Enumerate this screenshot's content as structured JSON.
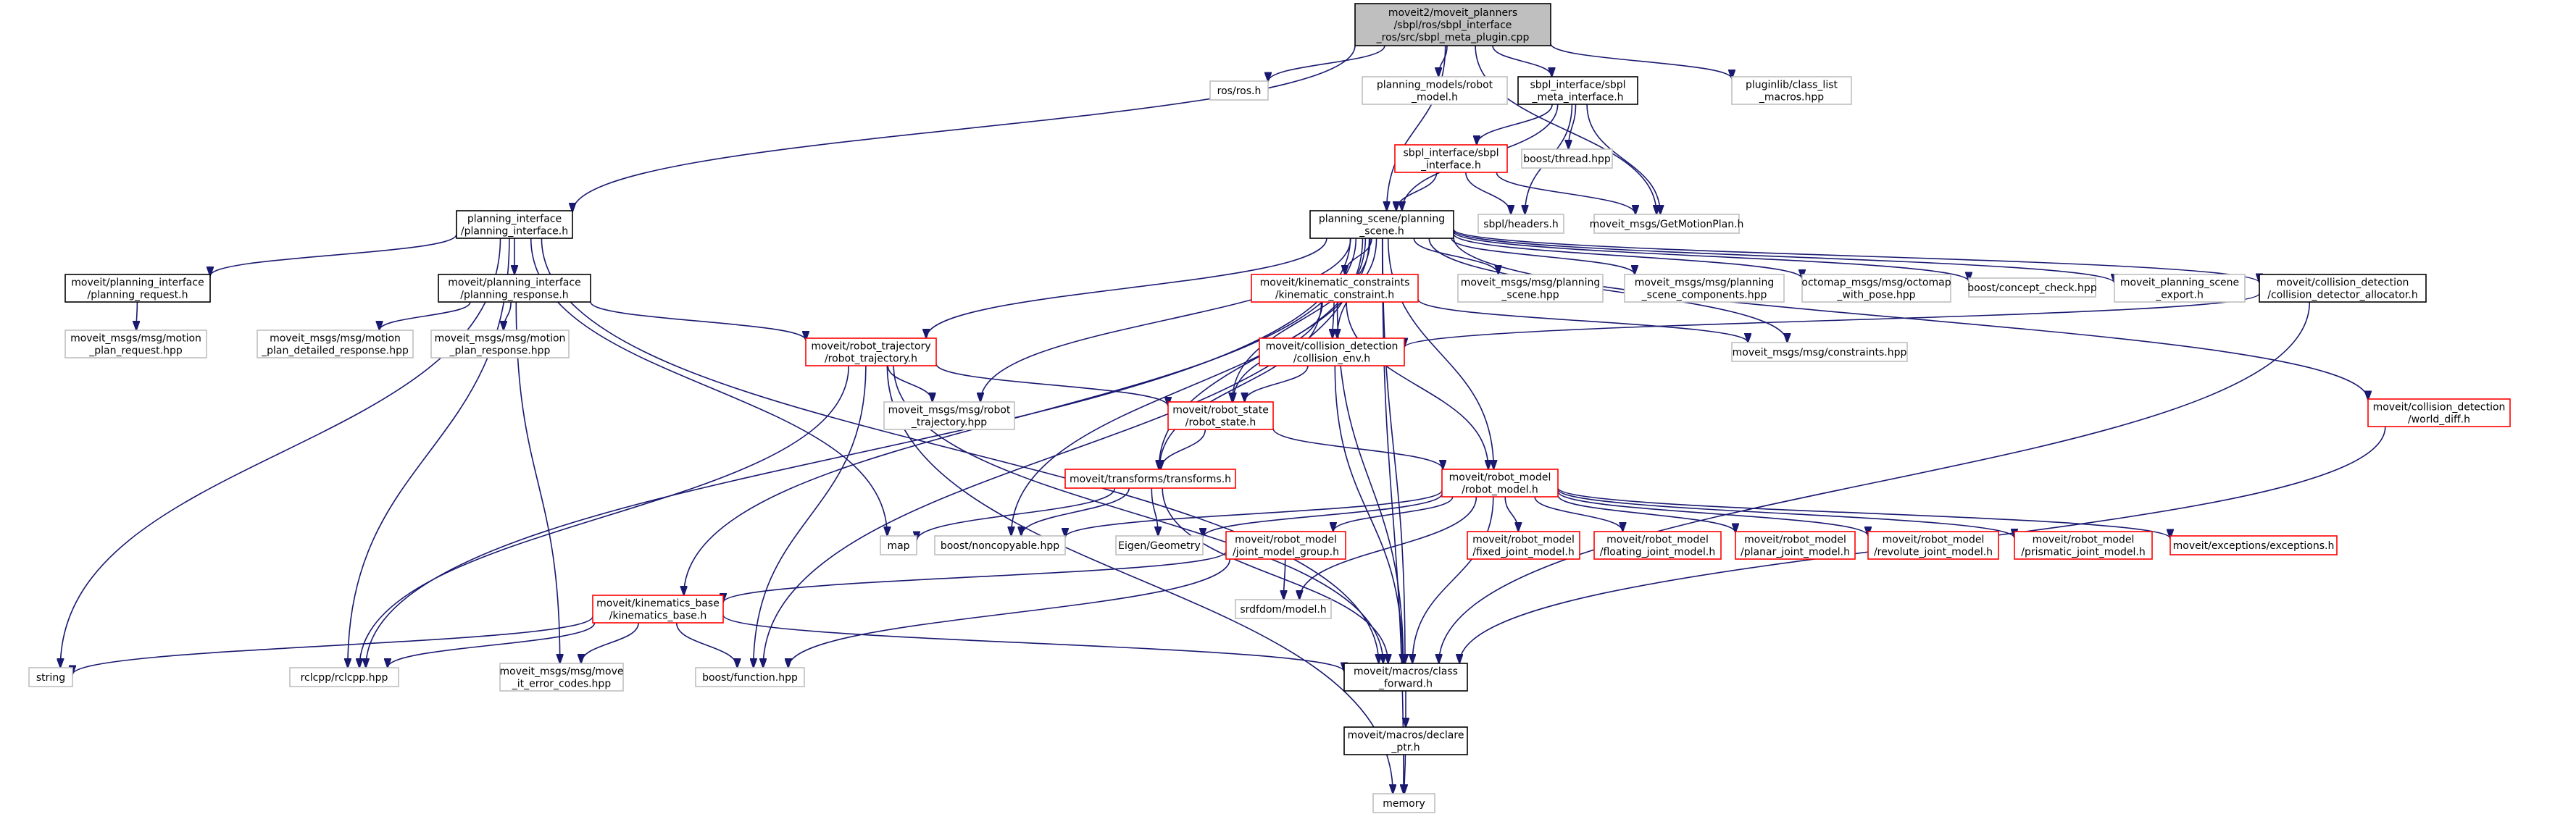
{
  "colors": {
    "edge": "#191970",
    "root_fill": "#bfbfbf",
    "root_border": "#000000",
    "normal_border": "#000000",
    "truncated_border": "#ff0000",
    "external_border": "#bfbfbf",
    "text": "#000000"
  },
  "nodes": [
    {
      "id": "root",
      "style": "root",
      "lines": [
        "moveit2/moveit_planners",
        "/sbpl/ros/sbpl_interface",
        "_ros/src/sbpl_meta_plugin.cpp"
      ]
    },
    {
      "id": "ros_h",
      "style": "external",
      "lines": [
        "ros/ros.h"
      ]
    },
    {
      "id": "planning_models_robot",
      "style": "external",
      "lines": [
        "planning_models/robot",
        "_model.h"
      ]
    },
    {
      "id": "sbpl_meta_interface",
      "style": "normal",
      "lines": [
        "sbpl_interface/sbpl",
        "_meta_interface.h"
      ]
    },
    {
      "id": "pluginlib",
      "style": "external",
      "lines": [
        "pluginlib/class_list",
        "_macros.hpp"
      ]
    },
    {
      "id": "sbpl_interface",
      "style": "truncated",
      "lines": [
        "sbpl_interface/sbpl",
        "_interface.h"
      ]
    },
    {
      "id": "boost_thread",
      "style": "external",
      "lines": [
        "boost/thread.hpp"
      ]
    },
    {
      "id": "planning_interface",
      "style": "normal",
      "lines": [
        "planning_interface",
        "/planning_interface.h"
      ]
    },
    {
      "id": "planning_scene",
      "style": "normal",
      "lines": [
        "planning_scene/planning",
        "_scene.h"
      ]
    },
    {
      "id": "sbpl_headers",
      "style": "external",
      "lines": [
        "sbpl/headers.h"
      ]
    },
    {
      "id": "get_motion_plan",
      "style": "external",
      "lines": [
        "moveit_msgs/GetMotionPlan.h"
      ]
    },
    {
      "id": "planning_request",
      "style": "normal",
      "lines": [
        "moveit/planning_interface",
        "/planning_request.h"
      ]
    },
    {
      "id": "planning_response",
      "style": "normal",
      "lines": [
        "moveit/planning_interface",
        "/planning_response.h"
      ]
    },
    {
      "id": "kinematic_constraint",
      "style": "truncated",
      "lines": [
        "moveit/kinematic_constraints",
        "/kinematic_constraint.h"
      ]
    },
    {
      "id": "msg_planning_scene",
      "style": "external",
      "lines": [
        "moveit_msgs/msg/planning",
        "_scene.hpp"
      ]
    },
    {
      "id": "msg_psc",
      "style": "external",
      "lines": [
        "moveit_msgs/msg/planning",
        "_scene_components.hpp"
      ]
    },
    {
      "id": "octomap",
      "style": "external",
      "lines": [
        "octomap_msgs/msg/octomap",
        "_with_pose.hpp"
      ]
    },
    {
      "id": "concept_check",
      "style": "external",
      "lines": [
        "boost/concept_check.hpp"
      ]
    },
    {
      "id": "scene_export",
      "style": "external",
      "lines": [
        "moveit_planning_scene",
        "_export.h"
      ]
    },
    {
      "id": "cd_allocator",
      "style": "normal",
      "lines": [
        "moveit/collision_detection",
        "/collision_detector_allocator.h"
      ]
    },
    {
      "id": "motion_plan_request",
      "style": "external",
      "lines": [
        "moveit_msgs/msg/motion",
        "_plan_request.hpp"
      ]
    },
    {
      "id": "mpdr",
      "style": "external",
      "lines": [
        "moveit_msgs/msg/motion",
        "_plan_detailed_response.hpp"
      ]
    },
    {
      "id": "mpr",
      "style": "external",
      "lines": [
        "moveit_msgs/msg/motion",
        "_plan_response.hpp"
      ]
    },
    {
      "id": "robot_trajectory",
      "style": "truncated",
      "lines": [
        "moveit/robot_trajectory",
        "/robot_trajectory.h"
      ]
    },
    {
      "id": "collision_env",
      "style": "truncated",
      "lines": [
        "moveit/collision_detection",
        "/collision_env.h"
      ]
    },
    {
      "id": "constraints",
      "style": "external",
      "lines": [
        "moveit_msgs/msg/constraints.hpp"
      ]
    },
    {
      "id": "world_diff",
      "style": "truncated",
      "lines": [
        "moveit/collision_detection",
        "/world_diff.h"
      ]
    },
    {
      "id": "msg_robot_traj",
      "style": "external",
      "lines": [
        "moveit_msgs/msg/robot",
        "_trajectory.hpp"
      ]
    },
    {
      "id": "robot_state",
      "style": "truncated",
      "lines": [
        "moveit/robot_state",
        "/robot_state.h"
      ]
    },
    {
      "id": "transforms",
      "style": "truncated",
      "lines": [
        "moveit/transforms/transforms.h"
      ]
    },
    {
      "id": "robot_model",
      "style": "truncated",
      "lines": [
        "moveit/robot_model",
        "/robot_model.h"
      ]
    },
    {
      "id": "map",
      "style": "external",
      "lines": [
        "map"
      ]
    },
    {
      "id": "noncopyable",
      "style": "external",
      "lines": [
        "boost/noncopyable.hpp"
      ]
    },
    {
      "id": "eigen",
      "style": "external",
      "lines": [
        "Eigen/Geometry"
      ]
    },
    {
      "id": "joint_model_group",
      "style": "truncated",
      "lines": [
        "moveit/robot_model",
        "/joint_model_group.h"
      ]
    },
    {
      "id": "fixed_joint",
      "style": "truncated",
      "lines": [
        "moveit/robot_model",
        "/fixed_joint_model.h"
      ]
    },
    {
      "id": "floating_joint",
      "style": "truncated",
      "lines": [
        "moveit/robot_model",
        "/floating_joint_model.h"
      ]
    },
    {
      "id": "planar_joint",
      "style": "truncated",
      "lines": [
        "moveit/robot_model",
        "/planar_joint_model.h"
      ]
    },
    {
      "id": "revolute_joint",
      "style": "truncated",
      "lines": [
        "moveit/robot_model",
        "/revolute_joint_model.h"
      ]
    },
    {
      "id": "prismatic_joint",
      "style": "truncated",
      "lines": [
        "moveit/robot_model",
        "/prismatic_joint_model.h"
      ]
    },
    {
      "id": "exceptions",
      "style": "truncated",
      "lines": [
        "moveit/exceptions/exceptions.h"
      ]
    },
    {
      "id": "kinematics_base",
      "style": "truncated",
      "lines": [
        "moveit/kinematics_base",
        "/kinematics_base.h"
      ]
    },
    {
      "id": "srdfdom",
      "style": "external",
      "lines": [
        "srdfdom/model.h"
      ]
    },
    {
      "id": "string",
      "style": "external",
      "lines": [
        "string"
      ]
    },
    {
      "id": "rclcpp",
      "style": "external",
      "lines": [
        "rclcpp/rclcpp.hpp"
      ]
    },
    {
      "id": "move_it_error_codes",
      "style": "external",
      "lines": [
        "moveit_msgs/msg/move",
        "_it_error_codes.hpp"
      ]
    },
    {
      "id": "boost_function",
      "style": "external",
      "lines": [
        "boost/function.hpp"
      ]
    },
    {
      "id": "class_forward",
      "style": "normal",
      "lines": [
        "moveit/macros/class",
        "_forward.h"
      ]
    },
    {
      "id": "declare_ptr",
      "style": "normal",
      "lines": [
        "moveit/macros/declare",
        "_ptr.h"
      ]
    },
    {
      "id": "memory",
      "style": "external",
      "lines": [
        "memory"
      ]
    }
  ],
  "edges": [
    [
      "root",
      "ros_h"
    ],
    [
      "root",
      "planning_models_robot"
    ],
    [
      "root",
      "sbpl_meta_interface"
    ],
    [
      "root",
      "pluginlib"
    ],
    [
      "root",
      "planning_interface"
    ],
    [
      "root",
      "planning_scene"
    ],
    [
      "root",
      "get_motion_plan"
    ],
    [
      "sbpl_meta_interface",
      "sbpl_interface"
    ],
    [
      "sbpl_meta_interface",
      "boost_thread"
    ],
    [
      "sbpl_meta_interface",
      "planning_scene"
    ],
    [
      "sbpl_meta_interface",
      "sbpl_headers"
    ],
    [
      "sbpl_meta_interface",
      "get_motion_plan"
    ],
    [
      "sbpl_interface",
      "planning_scene"
    ],
    [
      "sbpl_interface",
      "sbpl_headers"
    ],
    [
      "sbpl_interface",
      "get_motion_plan"
    ],
    [
      "planning_interface",
      "planning_request"
    ],
    [
      "planning_interface",
      "planning_response"
    ],
    [
      "planning_interface",
      "string"
    ],
    [
      "planning_interface",
      "rclcpp"
    ],
    [
      "planning_interface",
      "map"
    ],
    [
      "planning_interface",
      "class_forward"
    ],
    [
      "planning_request",
      "motion_plan_request"
    ],
    [
      "planning_response",
      "mpdr"
    ],
    [
      "planning_response",
      "mpr"
    ],
    [
      "planning_response",
      "robot_trajectory"
    ],
    [
      "planning_response",
      "move_it_error_codes"
    ],
    [
      "planning_scene",
      "kinematic_constraint"
    ],
    [
      "planning_scene",
      "msg_planning_scene"
    ],
    [
      "planning_scene",
      "msg_psc"
    ],
    [
      "planning_scene",
      "octomap"
    ],
    [
      "planning_scene",
      "concept_check"
    ],
    [
      "planning_scene",
      "scene_export"
    ],
    [
      "planning_scene",
      "cd_allocator"
    ],
    [
      "planning_scene",
      "robot_trajectory"
    ],
    [
      "planning_scene",
      "collision_env"
    ],
    [
      "planning_scene",
      "constraints"
    ],
    [
      "planning_scene",
      "world_diff"
    ],
    [
      "planning_scene",
      "msg_robot_traj"
    ],
    [
      "planning_scene",
      "robot_state"
    ],
    [
      "planning_scene",
      "transforms"
    ],
    [
      "planning_scene",
      "robot_model"
    ],
    [
      "planning_scene",
      "noncopyable"
    ],
    [
      "planning_scene",
      "kinematics_base"
    ],
    [
      "planning_scene",
      "rclcpp"
    ],
    [
      "planning_scene",
      "boost_function"
    ],
    [
      "planning_scene",
      "class_forward"
    ],
    [
      "planning_scene",
      "memory"
    ],
    [
      "kinematic_constraint",
      "constraints"
    ],
    [
      "kinematic_constraint",
      "collision_env"
    ],
    [
      "kinematic_constraint",
      "robot_state"
    ],
    [
      "kinematic_constraint",
      "transforms"
    ],
    [
      "kinematic_constraint",
      "robot_model"
    ],
    [
      "kinematic_constraint",
      "class_forward"
    ],
    [
      "cd_allocator",
      "collision_env"
    ],
    [
      "cd_allocator",
      "class_forward"
    ],
    [
      "robot_trajectory",
      "msg_robot_traj"
    ],
    [
      "robot_trajectory",
      "robot_state"
    ],
    [
      "robot_trajectory",
      "rclcpp"
    ],
    [
      "robot_trajectory",
      "class_forward"
    ],
    [
      "robot_trajectory",
      "boost_function"
    ],
    [
      "robot_trajectory",
      "memory"
    ],
    [
      "collision_env",
      "robot_state"
    ],
    [
      "collision_env",
      "class_forward"
    ],
    [
      "world_diff",
      "class_forward"
    ],
    [
      "robot_state",
      "transforms"
    ],
    [
      "robot_state",
      "robot_model"
    ],
    [
      "transforms",
      "map"
    ],
    [
      "transforms",
      "noncopyable"
    ],
    [
      "transforms",
      "eigen"
    ],
    [
      "transforms",
      "class_forward"
    ],
    [
      "robot_model",
      "eigen"
    ],
    [
      "robot_model",
      "noncopyable"
    ],
    [
      "robot_model",
      "joint_model_group"
    ],
    [
      "robot_model",
      "fixed_joint"
    ],
    [
      "robot_model",
      "floating_joint"
    ],
    [
      "robot_model",
      "planar_joint"
    ],
    [
      "robot_model",
      "revolute_joint"
    ],
    [
      "robot_model",
      "prismatic_joint"
    ],
    [
      "robot_model",
      "exceptions"
    ],
    [
      "robot_model",
      "srdfdom"
    ],
    [
      "robot_model",
      "class_forward"
    ],
    [
      "joint_model_group",
      "kinematics_base"
    ],
    [
      "joint_model_group",
      "srdfdom"
    ],
    [
      "joint_model_group",
      "boost_function"
    ],
    [
      "kinematics_base",
      "string"
    ],
    [
      "kinematics_base",
      "rclcpp"
    ],
    [
      "kinematics_base",
      "move_it_error_codes"
    ],
    [
      "kinematics_base",
      "boost_function"
    ],
    [
      "kinematics_base",
      "class_forward"
    ],
    [
      "class_forward",
      "declare_ptr"
    ],
    [
      "declare_ptr",
      "memory"
    ]
  ]
}
